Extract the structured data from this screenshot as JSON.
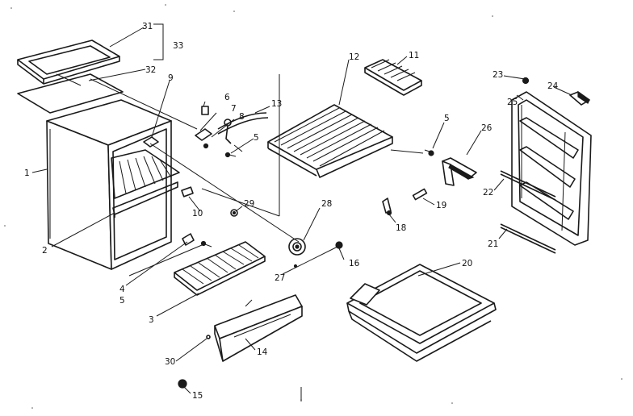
{
  "diagram": {
    "callouts": {
      "c1": "1",
      "c2": "2",
      "c3": "3",
      "c4": "4",
      "c5a": "5",
      "c5b": "5",
      "c5c": "5",
      "c6": "6",
      "c7": "7",
      "c8": "8",
      "c9": "9",
      "c10": "10",
      "c11": "11",
      "c12": "12",
      "c13": "13",
      "c14": "14",
      "c15": "15",
      "c16": "16",
      "c18": "18",
      "c19": "19",
      "c20": "20",
      "c21": "21",
      "c22": "22",
      "c23": "23",
      "c24": "24",
      "c25": "25",
      "c26": "26",
      "c27": "27",
      "c28": "28",
      "c29": "29",
      "c30": "30",
      "c31": "31",
      "c32": "32",
      "c33": "33"
    }
  }
}
